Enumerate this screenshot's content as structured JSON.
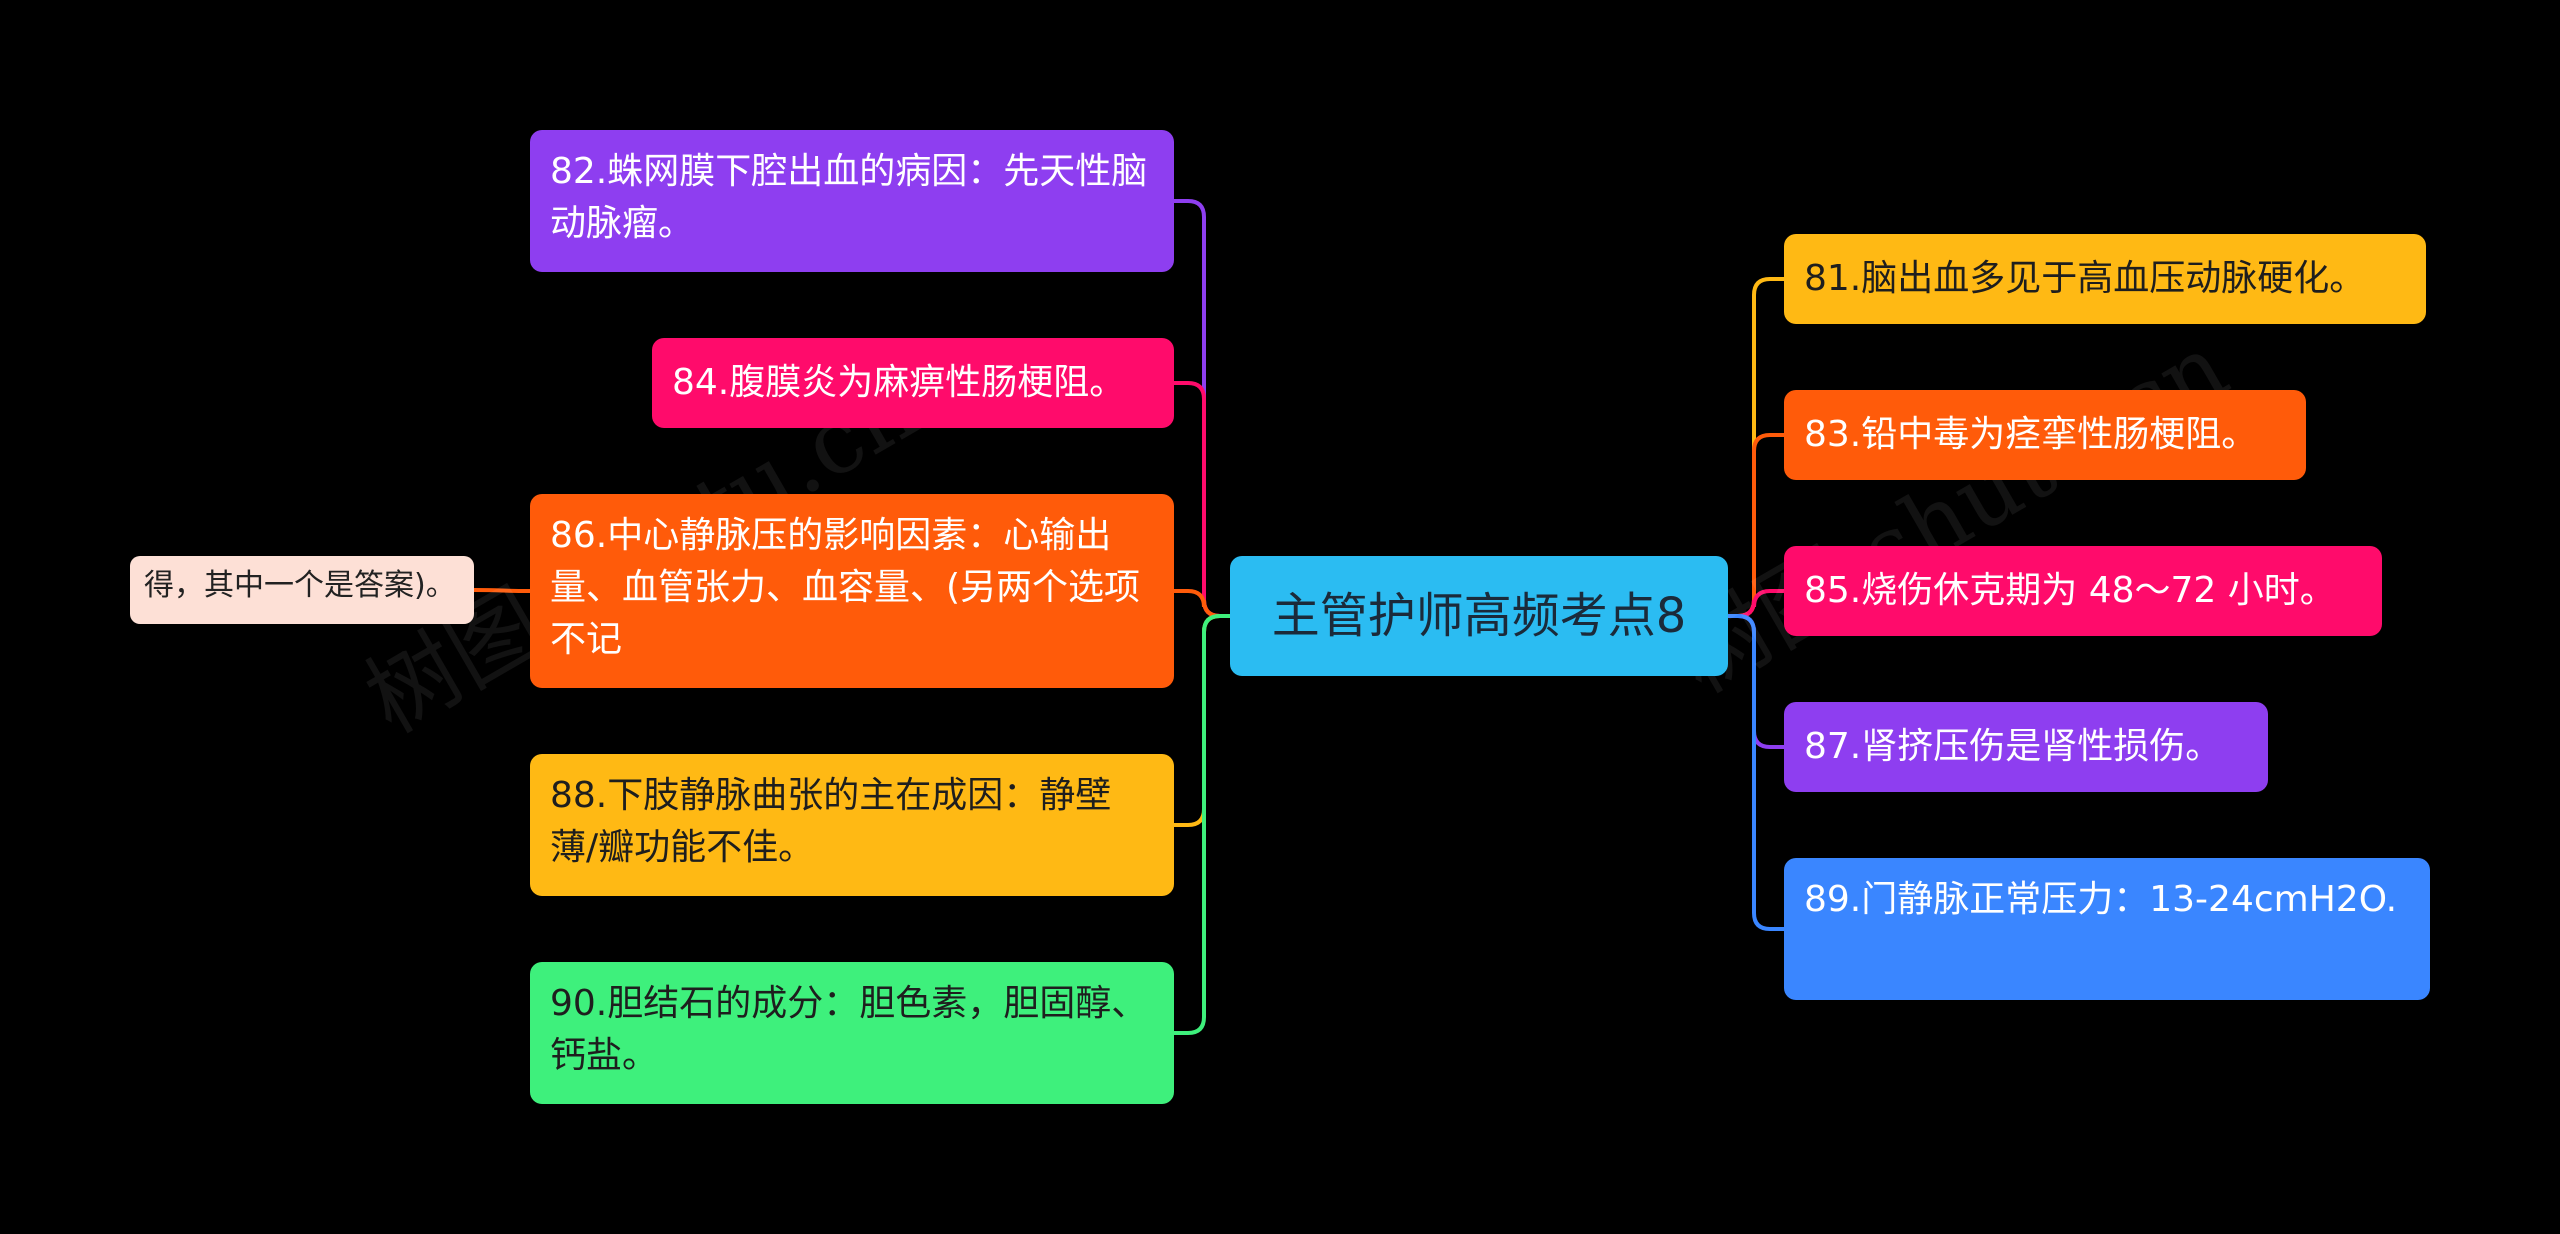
{
  "root": {
    "label": "主管护师高频考点8",
    "color": "#2bbcf2"
  },
  "right_nodes": [
    {
      "id": "n81",
      "label": "81.脑出血多见于高血压动脉硬化。",
      "color": "#ffb914",
      "text_color": "#1e1e1e"
    },
    {
      "id": "n83",
      "label": "83.铅中毒为痉挛性肠梗阻。",
      "color": "#ff5b0a",
      "text_color": "#ffffff"
    },
    {
      "id": "n85",
      "label": "85.烧伤休克期为 48～72 小时。",
      "color": "#ff0b6b",
      "text_color": "#ffffff"
    },
    {
      "id": "n87",
      "label": "87.肾挤压伤是肾性损伤。",
      "color": "#8e3ef0",
      "text_color": "#ffffff"
    },
    {
      "id": "n89",
      "label": "89.门静脉正常压力：13-24cmH2O.",
      "color": "#3a86ff",
      "text_color": "#ffffff"
    }
  ],
  "left_nodes": [
    {
      "id": "n82",
      "label": "82.蛛网膜下腔出血的病因：先天性脑动脉瘤。",
      "color": "#8e3ef0",
      "text_color": "#ffffff"
    },
    {
      "id": "n84",
      "label": "84.腹膜炎为麻痹性肠梗阻。",
      "color": "#ff0b6b",
      "text_color": "#ffffff"
    },
    {
      "id": "n86",
      "label": "86.中心静脉压的影响因素：心输出量、血管张力、血容量、(另两个选项不记",
      "color": "#ff5b0a",
      "text_color": "#ffffff"
    },
    {
      "id": "n88",
      "label": "88.下肢静脉曲张的主在成因：静壁薄/瓣功能不佳。",
      "color": "#ffb914",
      "text_color": "#1e1e1e"
    },
    {
      "id": "n90",
      "label": "90.胆结石的成分：胆色素，胆固醇、钙盐。",
      "color": "#3ef07c",
      "text_color": "#1e1e1e"
    }
  ],
  "sub_nodes": [
    {
      "id": "n86a",
      "parent": "n86",
      "label": "得，其中一个是答案)。",
      "color": "#fde0d6"
    }
  ],
  "watermarks": [
    {
      "text": "树图 shutu.cn"
    },
    {
      "text": "树图 shutu.cn"
    }
  ]
}
